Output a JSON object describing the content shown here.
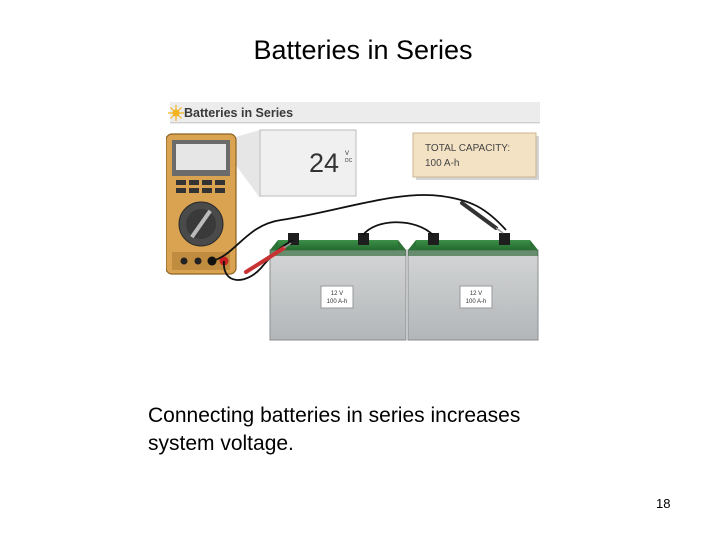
{
  "slide": {
    "title": "Batteries in Series",
    "caption_line1": "Connecting batteries in series increases",
    "caption_line2": "system voltage.",
    "page_number": "18"
  },
  "figure": {
    "header": "Batteries in Series",
    "meter_reading": "24",
    "meter_unit_top": "V",
    "meter_unit_bottom": "DC",
    "capacity_label": "TOTAL CAPACITY:",
    "capacity_value": "100 A-h",
    "battery_1": {
      "voltage": "12 V",
      "capacity": "100 A-h"
    },
    "battery_2": {
      "voltage": "12 V",
      "capacity": "100 A-h"
    }
  },
  "colors": {
    "meter_body": "#d9a352",
    "battery_case": "#c7c9cb",
    "battery_lid": "#2f7a3a",
    "capacity_box": "#f3e2c4",
    "header_bar": "#e9e9e9"
  }
}
